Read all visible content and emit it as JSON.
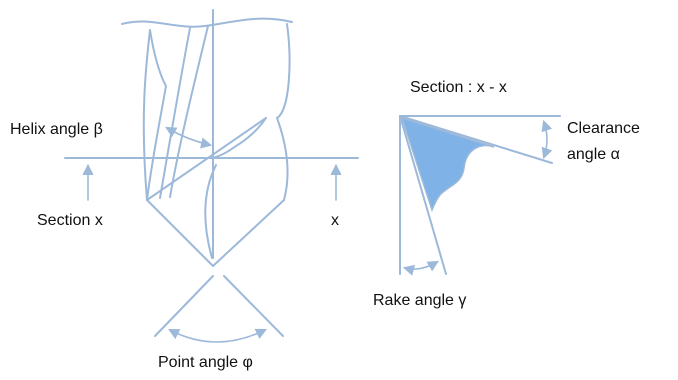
{
  "labels": {
    "helix_angle": "Helix angle β",
    "section_x": "Section x",
    "x": "x",
    "point_angle": "Point angle φ",
    "section_xx": "Section : x - x",
    "clearance_line1": "Clearance",
    "clearance_line2": "angle α",
    "rake_angle": "Rake angle γ"
  },
  "colors": {
    "line": "#9db9d9",
    "fill": "#7fb2e6",
    "text": "#111111"
  }
}
